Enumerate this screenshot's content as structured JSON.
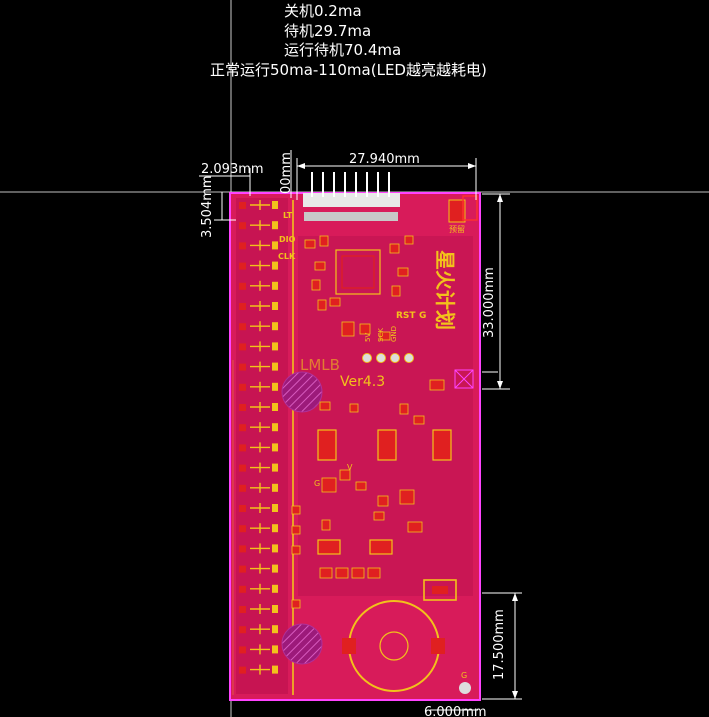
{
  "notes": {
    "line1": "关机0.2ma",
    "line2": "待机29.7ma",
    "line3": "运行待机70.4ma",
    "line4": "正常运行50ma-110ma(LED越亮越耗电)"
  },
  "dimensions": {
    "width_top": "27.940mm",
    "left_offset": "2.093mm",
    "left_vertical": "3.504mm",
    "header_partial": "00mm",
    "right_height": "33.000mm",
    "right_bottom_height": "17.500mm",
    "bottom_width": "6.000mm"
  },
  "silkscreen": {
    "brand": "星火计划",
    "model": "LMLB",
    "version": "Ver4.3",
    "rst": "RST",
    "g_label": "G",
    "lt": "LT",
    "dio": "DIO",
    "clk": "CLK",
    "v_label": "V",
    "pin_5v": "5V",
    "pin_sck": "SCK",
    "pin_gnd": "GND",
    "reserve": "预留"
  },
  "colors": {
    "board": "#d81b5a",
    "copper": "#f2c21b",
    "outline": "#ff44ff",
    "pad": "#e02020",
    "background": "#000000"
  }
}
